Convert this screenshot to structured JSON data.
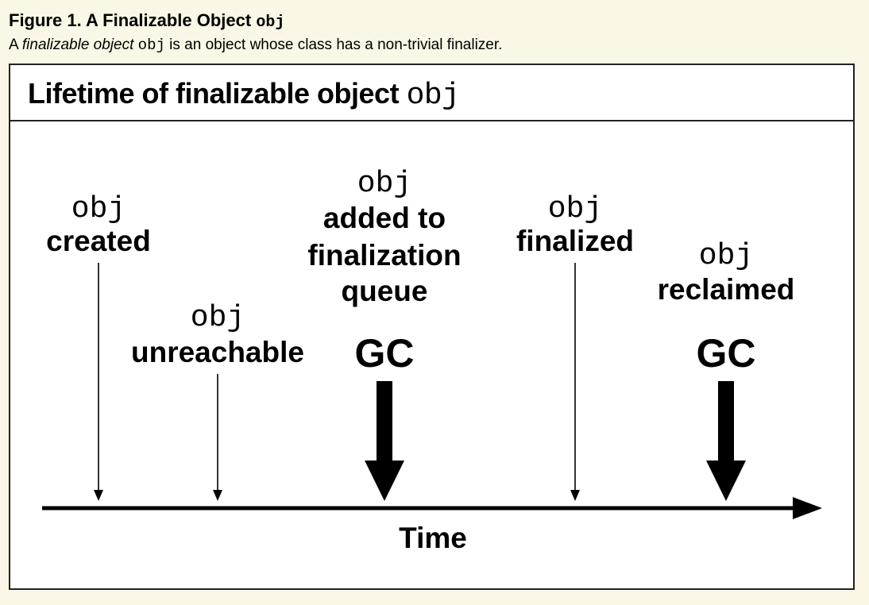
{
  "figure": {
    "title_prefix": "Figure 1. A Finalizable Object",
    "title_code": "obj",
    "caption_prefix": "A",
    "caption_em": "finalizable object",
    "caption_code": "obj",
    "caption_suffix": "is an object whose class has a non-trivial finalizer."
  },
  "diagram": {
    "title_text": "Lifetime of finalizable object",
    "title_code": "obj",
    "axis_label": "Time",
    "events": [
      {
        "code": "obj",
        "lines": [
          "created"
        ]
      },
      {
        "code": "obj",
        "lines": [
          "unreachable"
        ]
      },
      {
        "code": "obj",
        "lines": [
          "added to",
          "finalization",
          "queue"
        ],
        "gc": "GC"
      },
      {
        "code": "obj",
        "lines": [
          "finalized"
        ]
      },
      {
        "code": "obj",
        "lines": [
          "reclaimed"
        ],
        "gc": "GC"
      }
    ]
  },
  "colors": {
    "page_background": "#faf7e6",
    "frame_border": "#222222",
    "ink": "#000000"
  }
}
